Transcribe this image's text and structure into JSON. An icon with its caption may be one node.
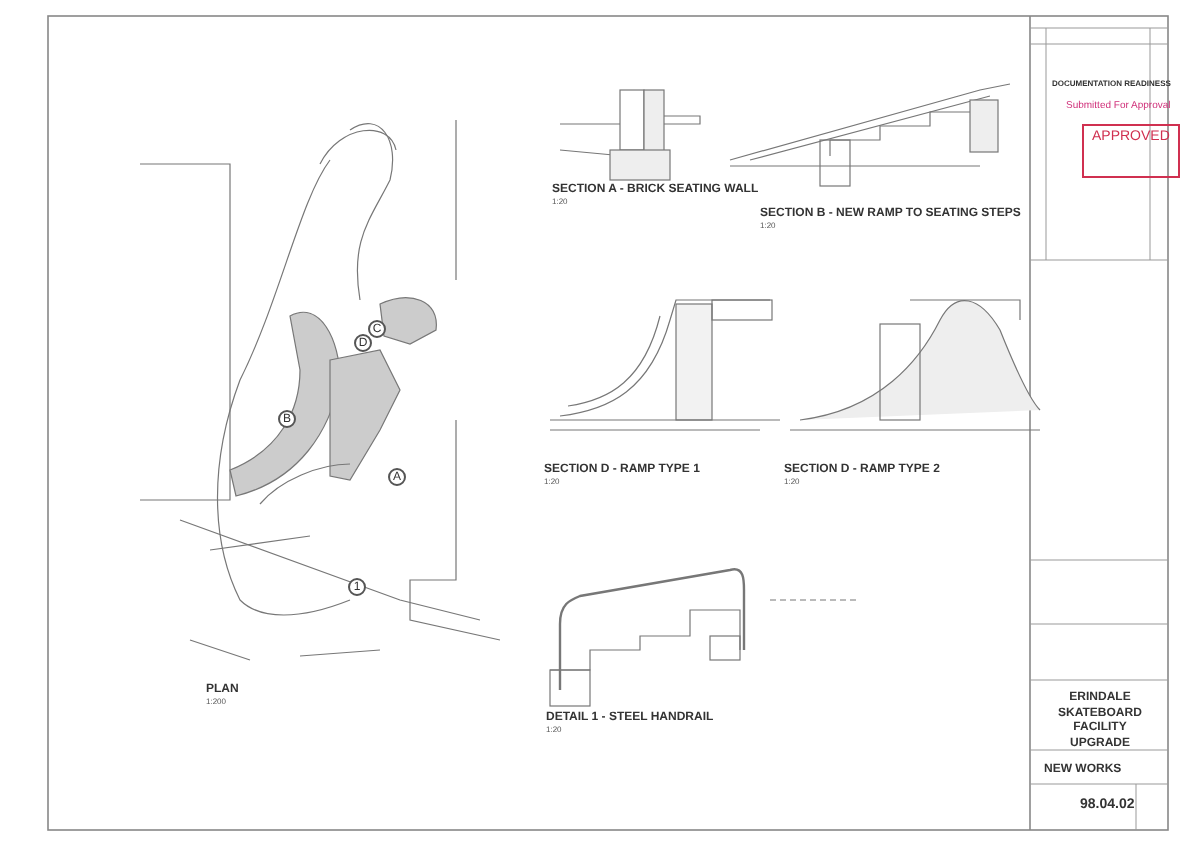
{
  "diagram": {
    "labels": [
      "SECTION A - BRICK SEATING WALL",
      "1:20",
      "SECTION B - NEW RAMP TO SEATING STEPS",
      "1:20",
      "DOCUMENTATION READINESS",
      "Submitted For Approval",
      "APPROVED",
      "C",
      "D",
      "B",
      "A",
      "1",
      "SECTION D - RAMP TYPE 1",
      "1:20",
      "SECTION D - RAMP TYPE 2",
      "1:20",
      "DETAIL 1 - STEEL HANDRAIL",
      "1:20",
      "PLAN",
      "1:200",
      "ERINDALE SKATEBOARD FACILITY UPGRADE",
      "NEW WORKS",
      "98.04.02"
    ]
  }
}
